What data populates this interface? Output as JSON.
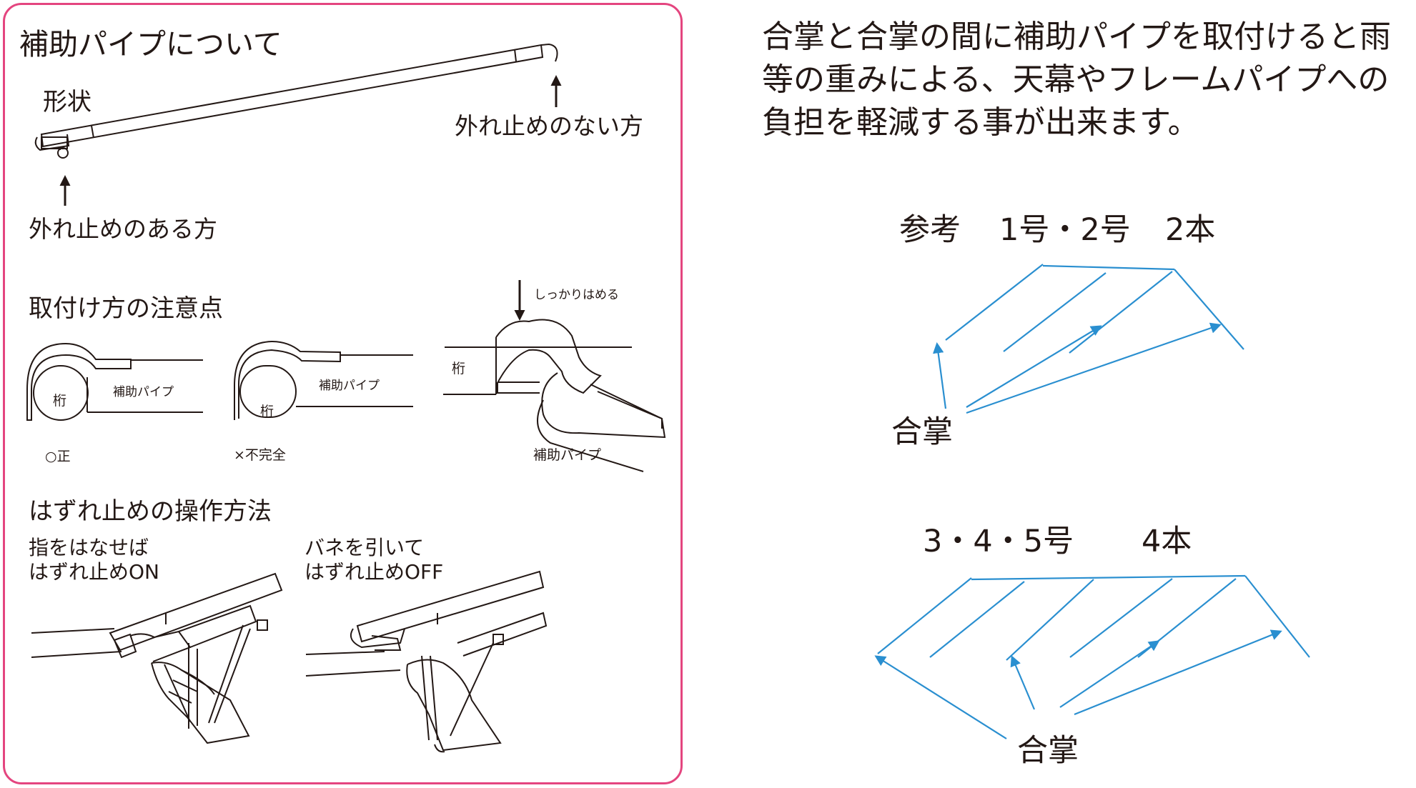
{
  "panel": {
    "title": "補助パイプについて",
    "shape_heading": "形状",
    "end_without_stopper": "外れ止めのない方",
    "end_with_stopper": "外れ止めのある方",
    "mounting_heading": "取付け方の注意点",
    "beam_label": "桁",
    "aux_pipe_label": "補助パイプ",
    "correct_label": "○正",
    "incomplete_label": "×不完全",
    "fit_firmly_label": "しっかりはめる",
    "stopper_heading": "はずれ止めの操作方法",
    "stopper_on_line1": "指をはなせば",
    "stopper_on_line2": "はずれ止めON",
    "stopper_off_line1": "バネを引いて",
    "stopper_off_line2": "はずれ止めOFF"
  },
  "description": {
    "line1": "合掌と合掌の間に補助パイプを取付けると雨",
    "line2": "等の重みによる、天幕やフレームパイプへの",
    "line3": "負担を軽減する事が出来ます。"
  },
  "reference_small": {
    "label": "参考",
    "sizes": "1号・2号",
    "count": "2本",
    "rafter_label": "合掌"
  },
  "reference_large": {
    "sizes": "3・4・5号",
    "count": "4本",
    "rafter_label": "合掌"
  },
  "colors": {
    "panel_border": "#e4457f",
    "diagram_blue": "#2a8fd0",
    "ink": "#231815"
  }
}
